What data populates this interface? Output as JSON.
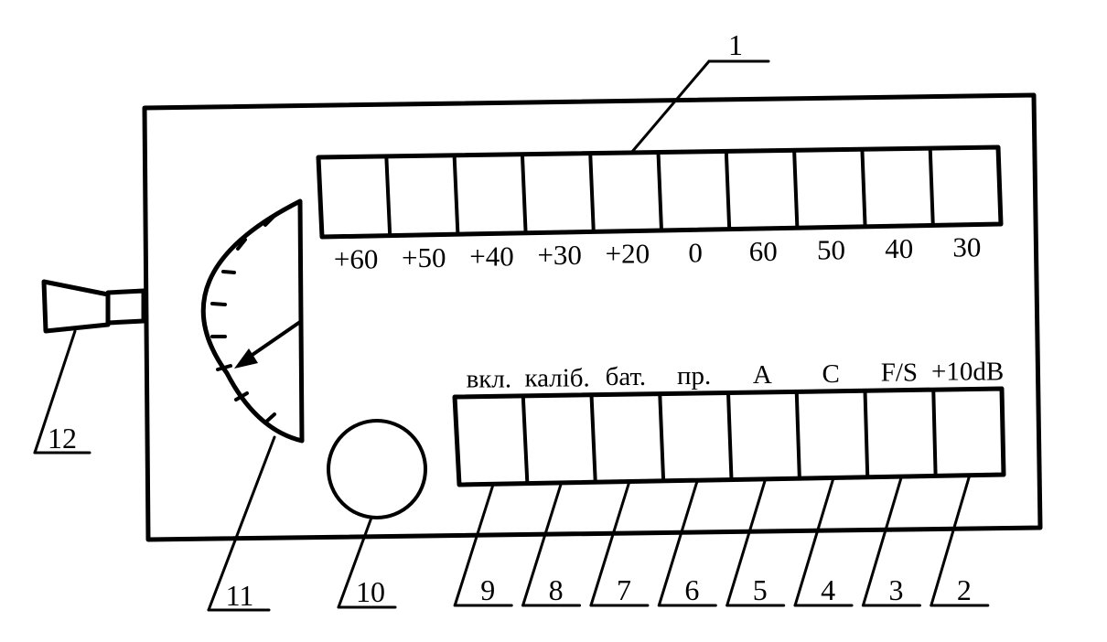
{
  "colors": {
    "ink": "#000000",
    "paper": "#ffffff"
  },
  "scale_labels": [
    "+60",
    "+50",
    "+40",
    "+30",
    "+20",
    "0",
    "60",
    "50",
    "40",
    "30"
  ],
  "button_labels": [
    "вкл.",
    "калiб.",
    "бат.",
    "пр.",
    "A",
    "C",
    "F/S",
    "+10dB"
  ],
  "callouts": {
    "range_switch": "1",
    "buttons": [
      "9",
      "8",
      "7",
      "6",
      "5",
      "4",
      "3",
      "2"
    ],
    "knob": "10",
    "meter": "11",
    "microphone": "12"
  }
}
